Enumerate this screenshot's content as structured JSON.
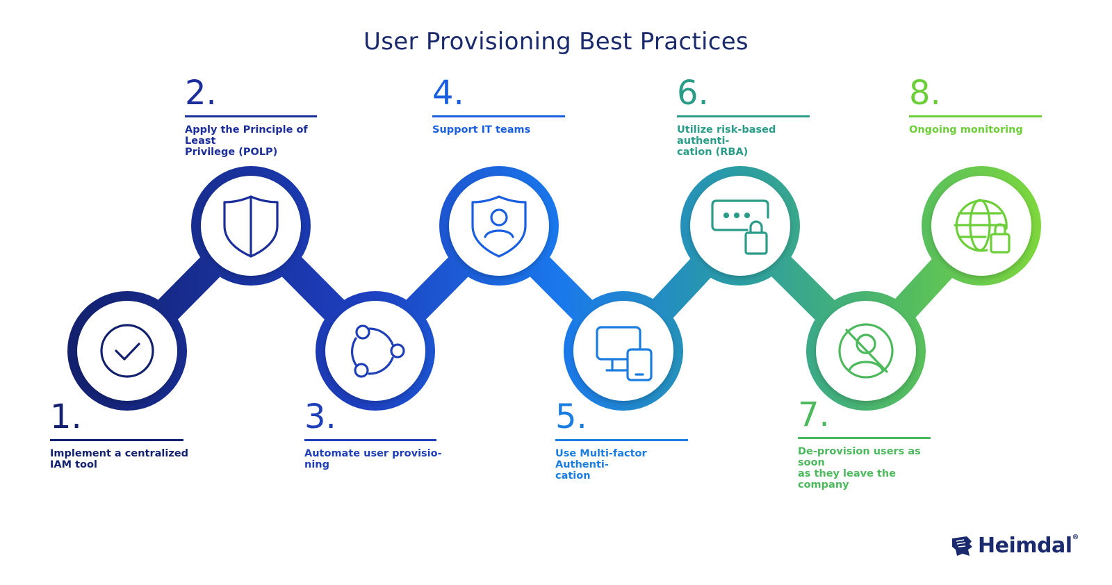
{
  "title": "User Provisioning Best Practices",
  "steps": [
    {
      "number": "1.",
      "label_lines": [
        "Implement a centralized",
        "IAM tool"
      ],
      "color": "#13206e",
      "icon": "check-circle-icon",
      "position": "bottom"
    },
    {
      "number": "2.",
      "label_lines": [
        "Apply the Principle of Least",
        "Privilege (POLP)"
      ],
      "color": "#1b2e9a",
      "icon": "shield-icon",
      "position": "top"
    },
    {
      "number": "3.",
      "label_lines": [
        "Automate user provisio-",
        "ning"
      ],
      "color": "#1f3fb8",
      "icon": "workflow-cycle-icon",
      "position": "bottom"
    },
    {
      "number": "4.",
      "label_lines": [
        "Support IT teams"
      ],
      "color": "#1a5fe0",
      "icon": "user-shield-icon",
      "position": "top"
    },
    {
      "number": "5.",
      "label_lines": [
        "Use Multi-factor Authenti-",
        "cation"
      ],
      "color": "#1c7de0",
      "icon": "devices-icon",
      "position": "bottom"
    },
    {
      "number": "6.",
      "label_lines": [
        "Utilize risk-based authenti-",
        "cation (RBA)"
      ],
      "color": "#2a9c88",
      "icon": "password-lock-icon",
      "position": "top"
    },
    {
      "number": "7.",
      "label_lines": [
        "De-provision users as soon",
        "as they leave the company"
      ],
      "color": "#4cba5c",
      "icon": "user-blocked-icon",
      "position": "bottom"
    },
    {
      "number": "8.",
      "label_lines": [
        "Ongoing monitoring"
      ],
      "color": "#6ccf3a",
      "icon": "globe-lock-icon",
      "position": "top"
    }
  ],
  "brand": {
    "name": "Heimdal",
    "mark": "®",
    "icon": "helmet-logo-icon"
  },
  "colors": {
    "start": "#13206e",
    "mid": "#1a6ee8",
    "end": "#7ed33a"
  }
}
